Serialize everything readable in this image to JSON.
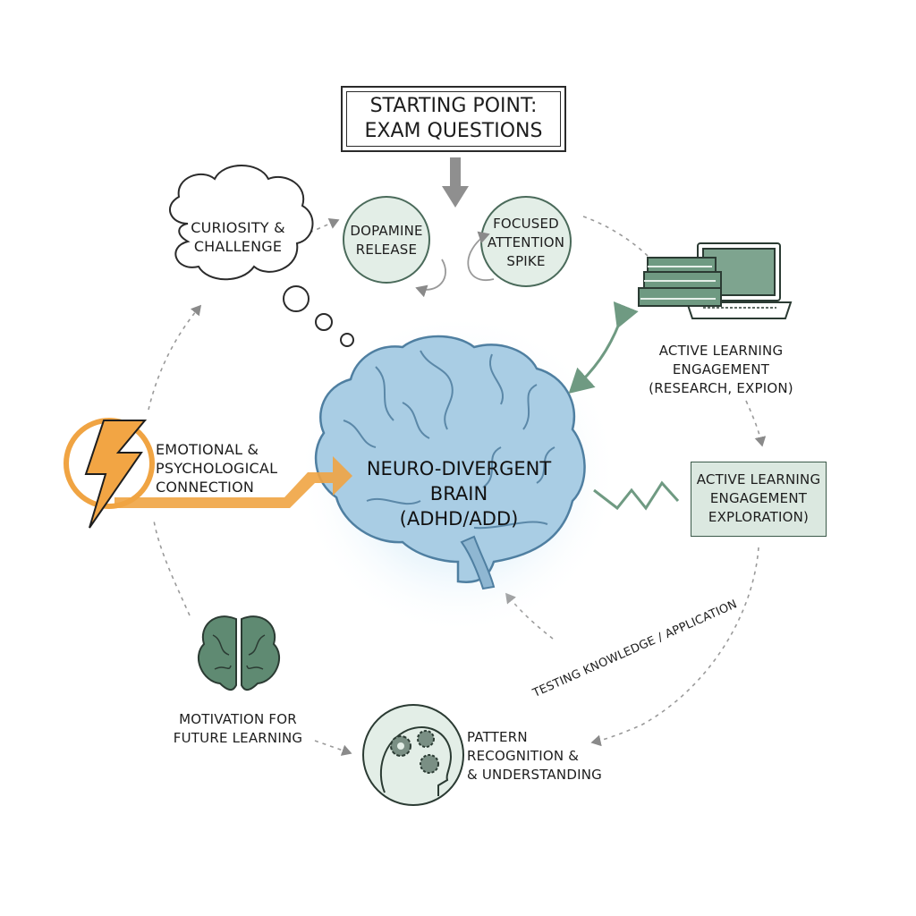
{
  "start": {
    "line1": "STARTING POINT:",
    "line2": "EXAM QUESTIONS"
  },
  "nodes": {
    "curiosity": {
      "line1": "CURIOSITY &",
      "line2": "CHALLENGE"
    },
    "dopamine": {
      "line1": "DOPAMINE",
      "line2": "RELEASE"
    },
    "focused": {
      "line1": "FOCUSED",
      "line2": "ATTENTION",
      "line3": "SPIKE"
    },
    "active_learning_1": {
      "line1": "ACTIVE LEARNING",
      "line2": "ENGAGEMENT",
      "line3": "(RESEARCH, EXPION)"
    },
    "active_learning_2": {
      "line1": "ACTIVE LEARNING",
      "line2": "ENGAGEMENT",
      "line3": "EXPLORATION)"
    },
    "testing": "TESTING KNOWLEDGE / APPLICATION",
    "pattern": {
      "line1": "PATTERN",
      "line2": "RECOGNITION &",
      "line3": "& UNDERSTANDING"
    },
    "motivation": {
      "line1": "MOTIVATION FOR",
      "line2": "FUTURE LEARNING"
    },
    "emotional": {
      "line1": "EMOTIONAL &",
      "line2": "PSYCHOLOGICAL",
      "line3": "CONNECTION"
    }
  },
  "center": {
    "line1": "NEURO-DIVERGENT",
    "line2": "BRAIN",
    "line3": "(ADHD/ADD)"
  },
  "icons": [
    "brain-icon",
    "cloud-thought-icon",
    "books-laptop-icon",
    "lightning-icon",
    "gears-head-icon",
    "zigzag-icon"
  ],
  "colors": {
    "sage": "#5f8a72",
    "sage_light": "#e3eee7",
    "orange": "#f0a443",
    "brain_blue": "#9cc3dc",
    "arrow_gray": "#8a8a8a"
  }
}
